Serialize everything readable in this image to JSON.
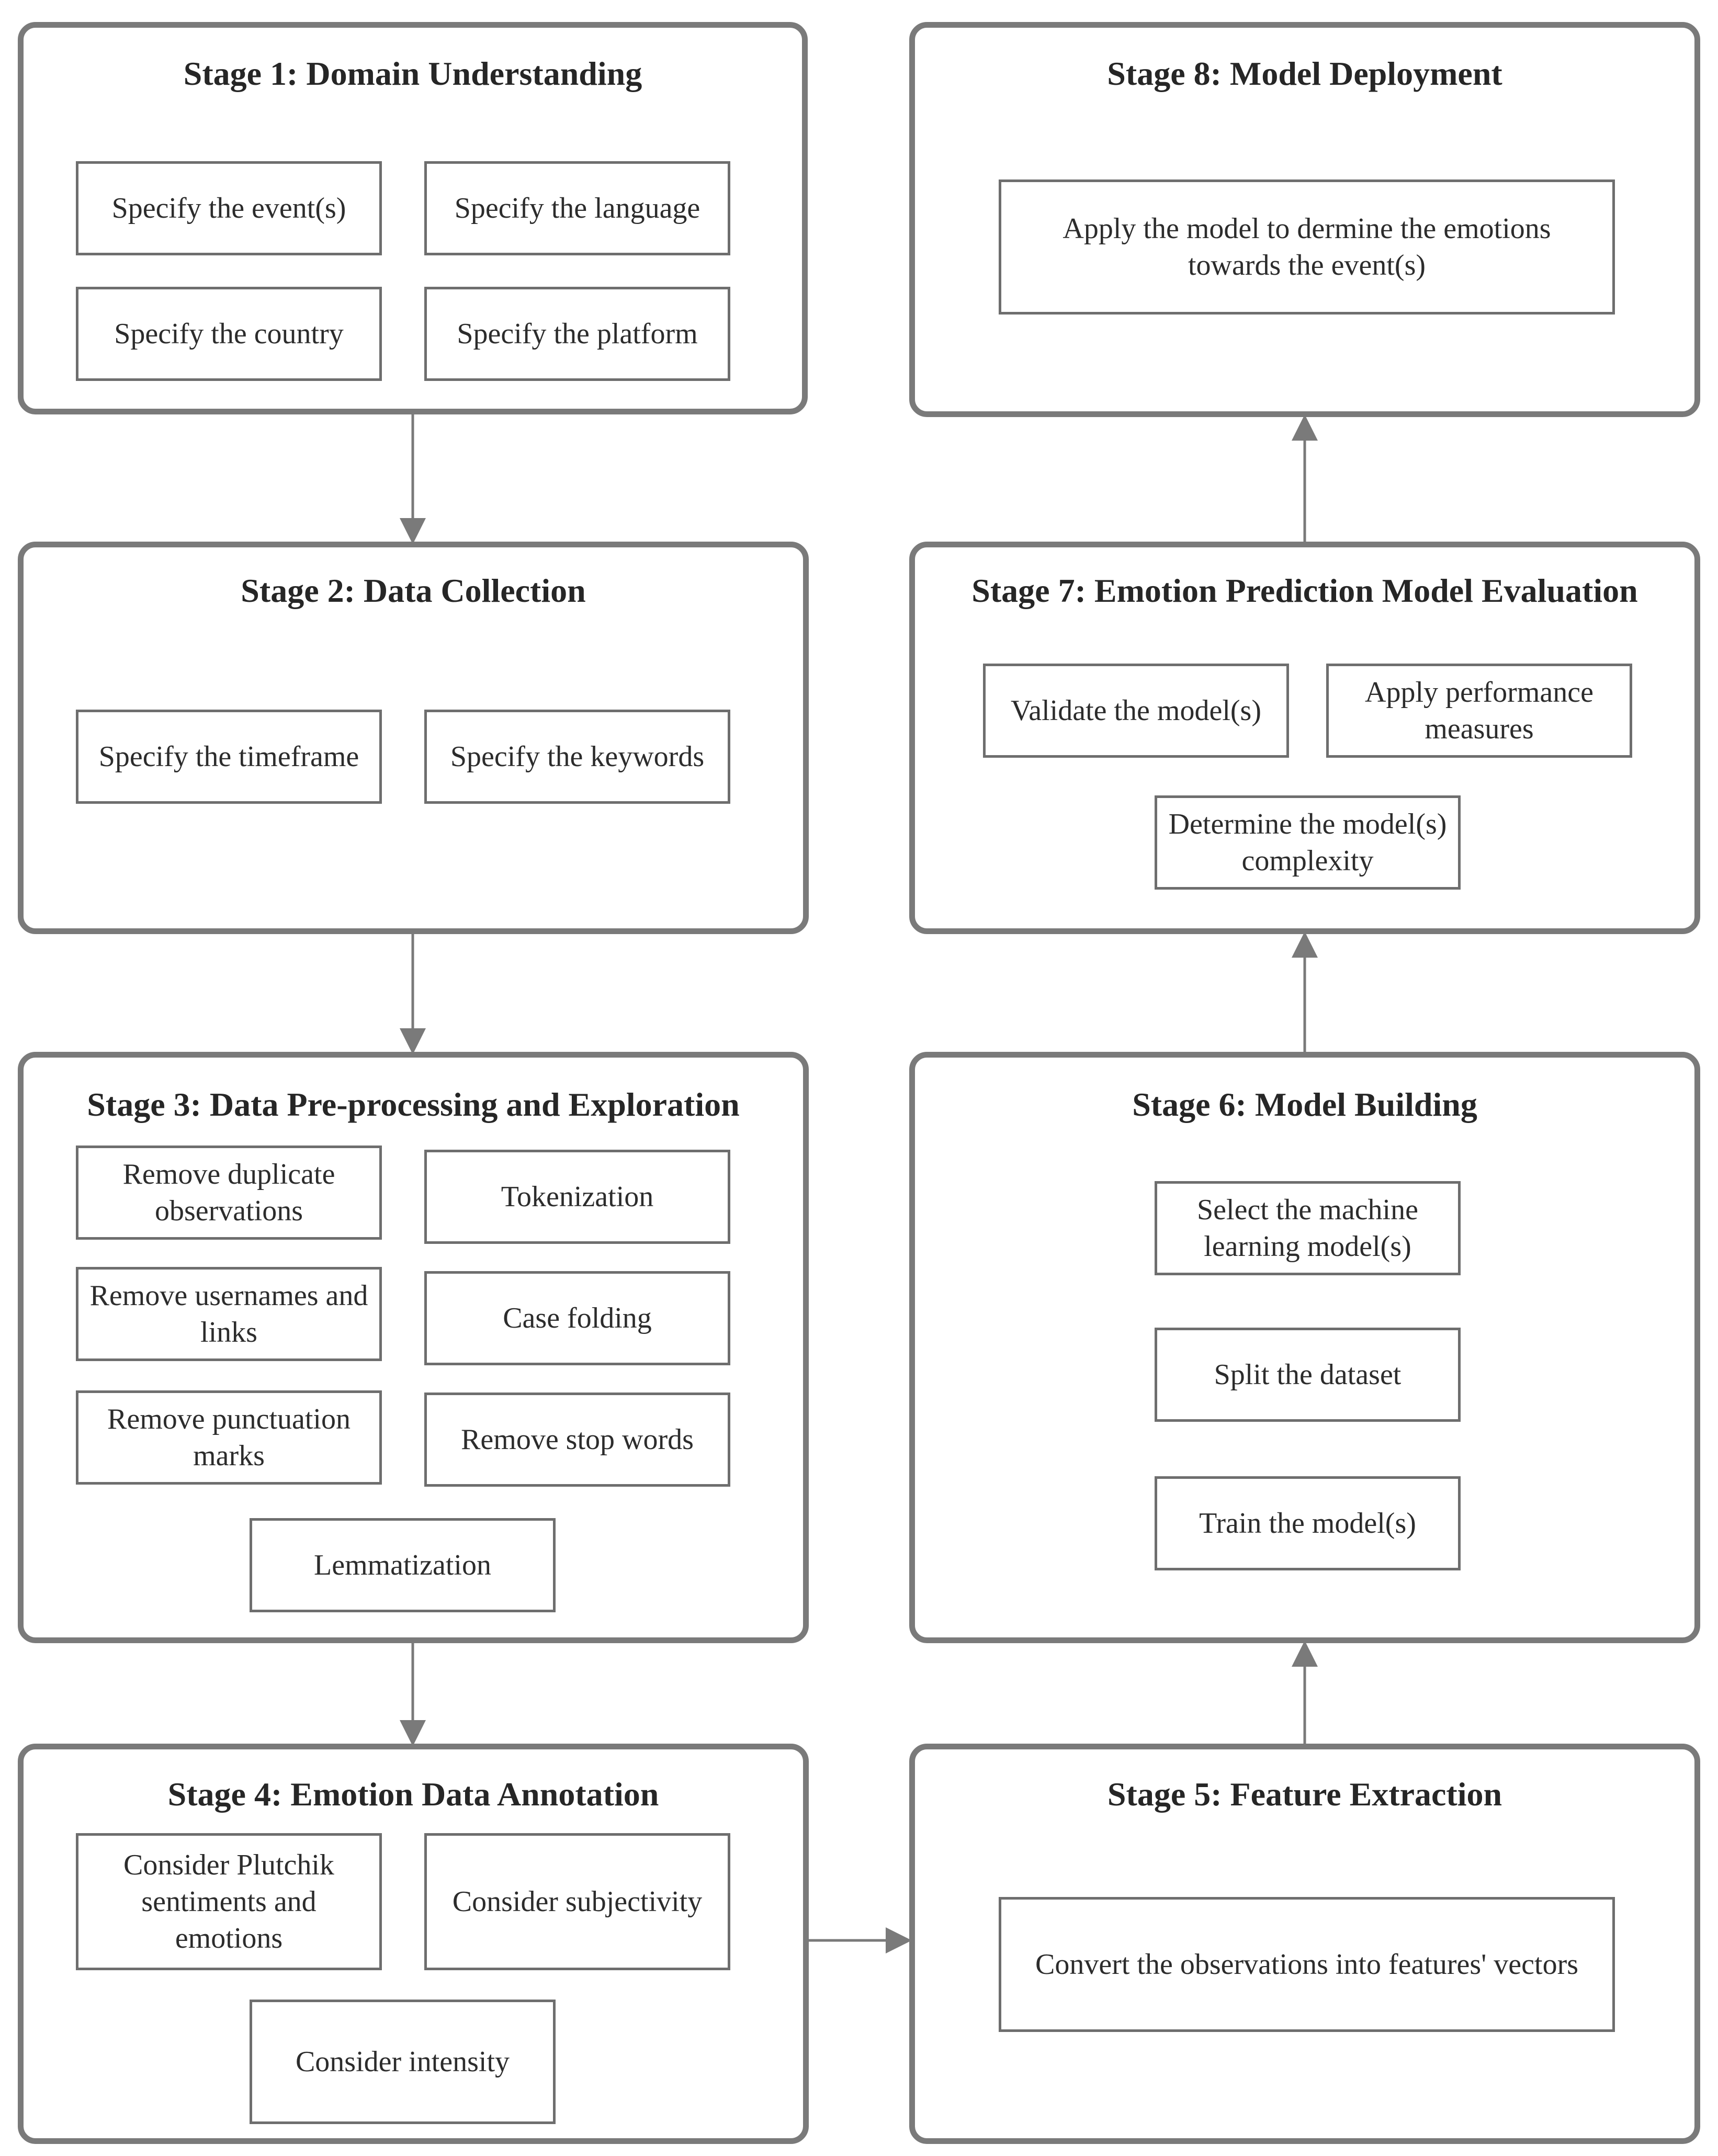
{
  "stages": {
    "s1": {
      "title": "Stage 1: Domain Understanding",
      "steps": [
        "Specify the event(s)",
        "Specify the language",
        "Specify the country",
        "Specify the platform"
      ]
    },
    "s2": {
      "title": "Stage 2: Data Collection",
      "steps": [
        "Specify the timeframe",
        "Specify the keywords"
      ]
    },
    "s3": {
      "title": "Stage 3: Data Pre-processing and Exploration",
      "steps": [
        "Remove duplicate observations",
        "Tokenization",
        "Remove usernames and links",
        "Case folding",
        "Remove punctuation marks",
        "Remove stop words",
        "Lemmatization"
      ]
    },
    "s4": {
      "title": "Stage 4: Emotion Data Annotation",
      "steps": [
        "Consider Plutchik sentiments and emotions",
        "Consider subjectivity",
        "Consider intensity"
      ]
    },
    "s5": {
      "title": "Stage 5: Feature Extraction",
      "steps": [
        "Convert the observations into features' vectors"
      ]
    },
    "s6": {
      "title": "Stage 6: Model Building",
      "steps": [
        "Select the machine learning model(s)",
        "Split the dataset",
        "Train the model(s)"
      ]
    },
    "s7": {
      "title": "Stage 7: Emotion Prediction Model Evaluation",
      "steps": [
        "Validate the model(s)",
        "Apply performance measures",
        "Determine the model(s) complexity"
      ]
    },
    "s8": {
      "title": "Stage 8: Model Deployment",
      "steps": [
        "Apply the model to dermine the emotions towards the event(s)"
      ]
    }
  },
  "colors": {
    "stage_border": "#7a7a7a",
    "step_border": "#6e6e6e",
    "arrow": "#7a7a7a",
    "text": "#2a2a2a"
  }
}
